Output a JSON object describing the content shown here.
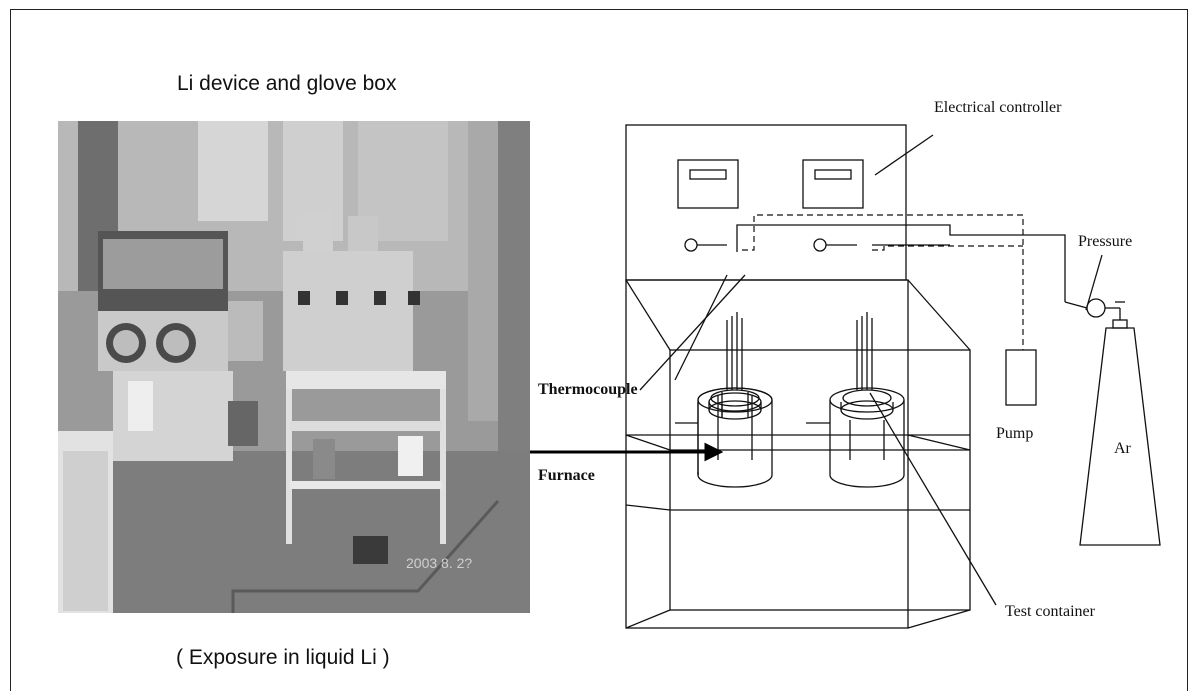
{
  "photo": {
    "title": "Li device and glove box",
    "caption": "( Exposure in liquid Li )",
    "date_stamp": "2003   8. 2?"
  },
  "diagram": {
    "labels": {
      "electrical_controller": "Electrical controller",
      "pressure": "Pressure",
      "thermocouple": "Thermocouple",
      "furnace": "Furnace",
      "pump": "Pump",
      "ar": "Ar",
      "test_container": "Test container"
    }
  },
  "colors": {
    "line": "#111111",
    "photo_bg": "#8f8f8f",
    "floor": "#7a7a7a"
  }
}
